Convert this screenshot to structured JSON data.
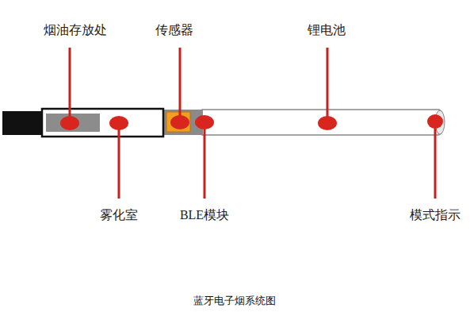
{
  "diagram": {
    "caption": "蓝牙电子烟系统图",
    "labels": [
      "烟油存放处",
      "传感器",
      "锂电池",
      "雾化室",
      "BLE模块",
      "模式指示"
    ]
  }
}
